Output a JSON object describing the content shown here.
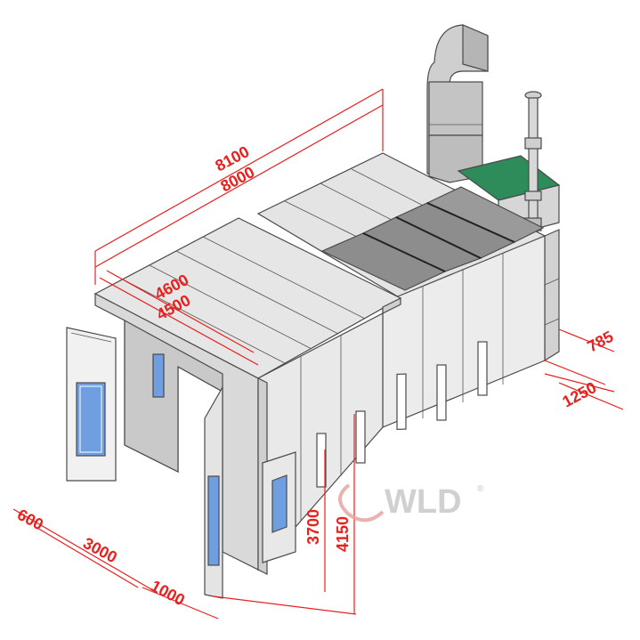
{
  "watermark": {
    "brand": "WLD",
    "registered": "®"
  },
  "dimensions": {
    "total_length_outer": "8100",
    "total_length_inner": "8000",
    "front_width_outer": "4600",
    "front_width_inner": "4500",
    "height_low": "3700",
    "height_high": "4150",
    "door_offset": "600",
    "door_width": "3000",
    "front_step": "1000",
    "side_785": "785",
    "side_1250": "1250"
  },
  "colors": {
    "dimension": "#e8201e",
    "panel_light": "#ececec",
    "panel_mid": "#dcdcdc",
    "roof_dark": "#8d8d8d",
    "duct": "#c9c9c9",
    "grille_green": "#2e8b5a",
    "window_blue": "#6f9fe0"
  }
}
